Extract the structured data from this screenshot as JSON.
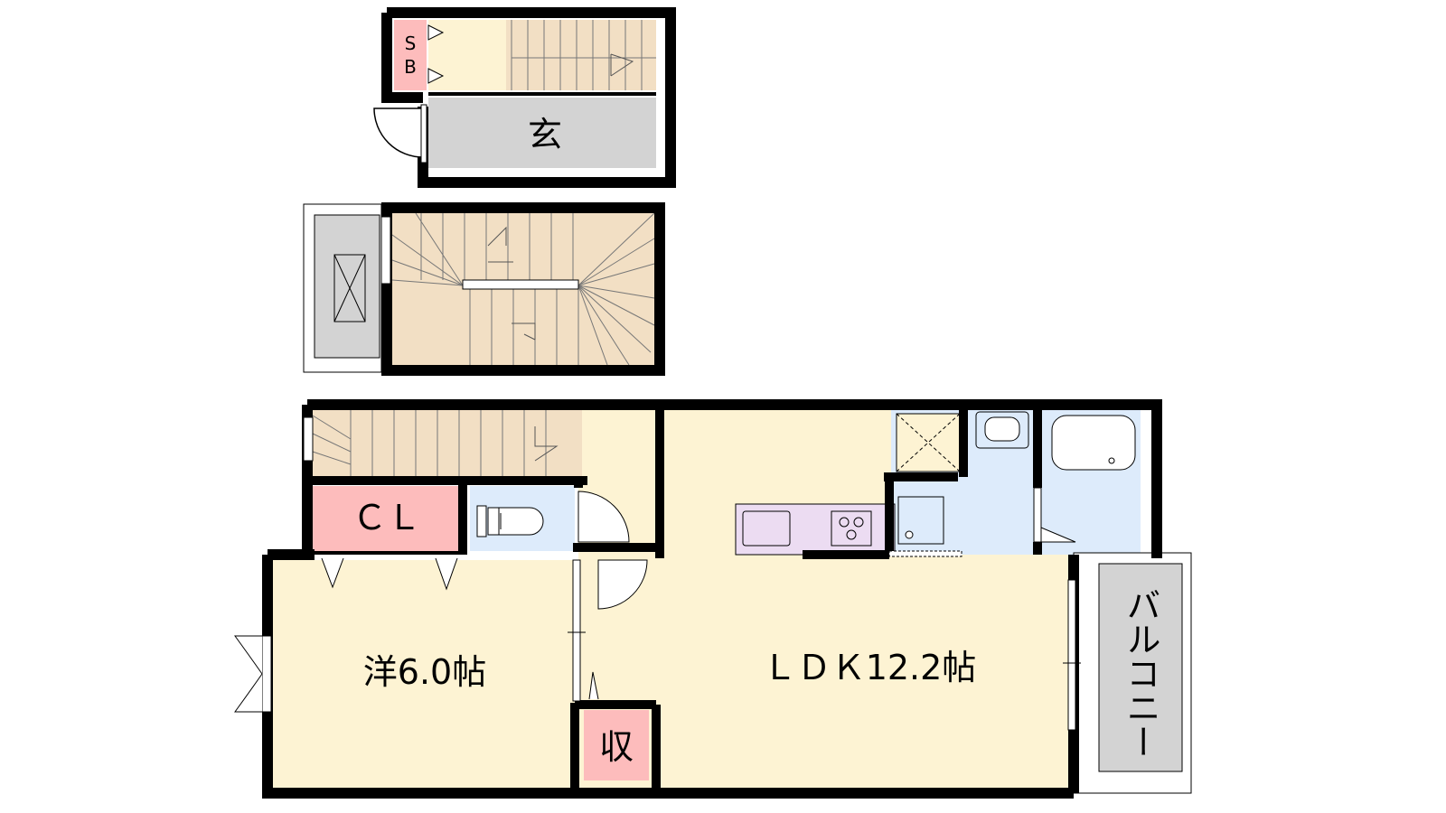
{
  "floorplan": {
    "rooms": {
      "entrance": {
        "label": "玄",
        "color": "#d3d3d3"
      },
      "shoebox": {
        "label_top": "S",
        "label_bottom": "B",
        "color": "#fdbcbc"
      },
      "closet": {
        "label": "ＣＬ",
        "color": "#fdbcbc"
      },
      "western_room": {
        "label": "洋6.0帖",
        "color": "#fdf3d3"
      },
      "ldk": {
        "label": "ＬＤＫ12.2帖",
        "color": "#fdf3d3"
      },
      "storage": {
        "label": "収",
        "color": "#fdbcbc"
      },
      "balcony": {
        "label": "バルコニー",
        "color": "#d3d3d3"
      }
    },
    "colors": {
      "wall": "#000000",
      "stairs": "#f2dfc4",
      "wet_area": "#ddebfb",
      "kitchen_counter": "#ecdcf2",
      "floor": "#fdf3d3"
    }
  }
}
